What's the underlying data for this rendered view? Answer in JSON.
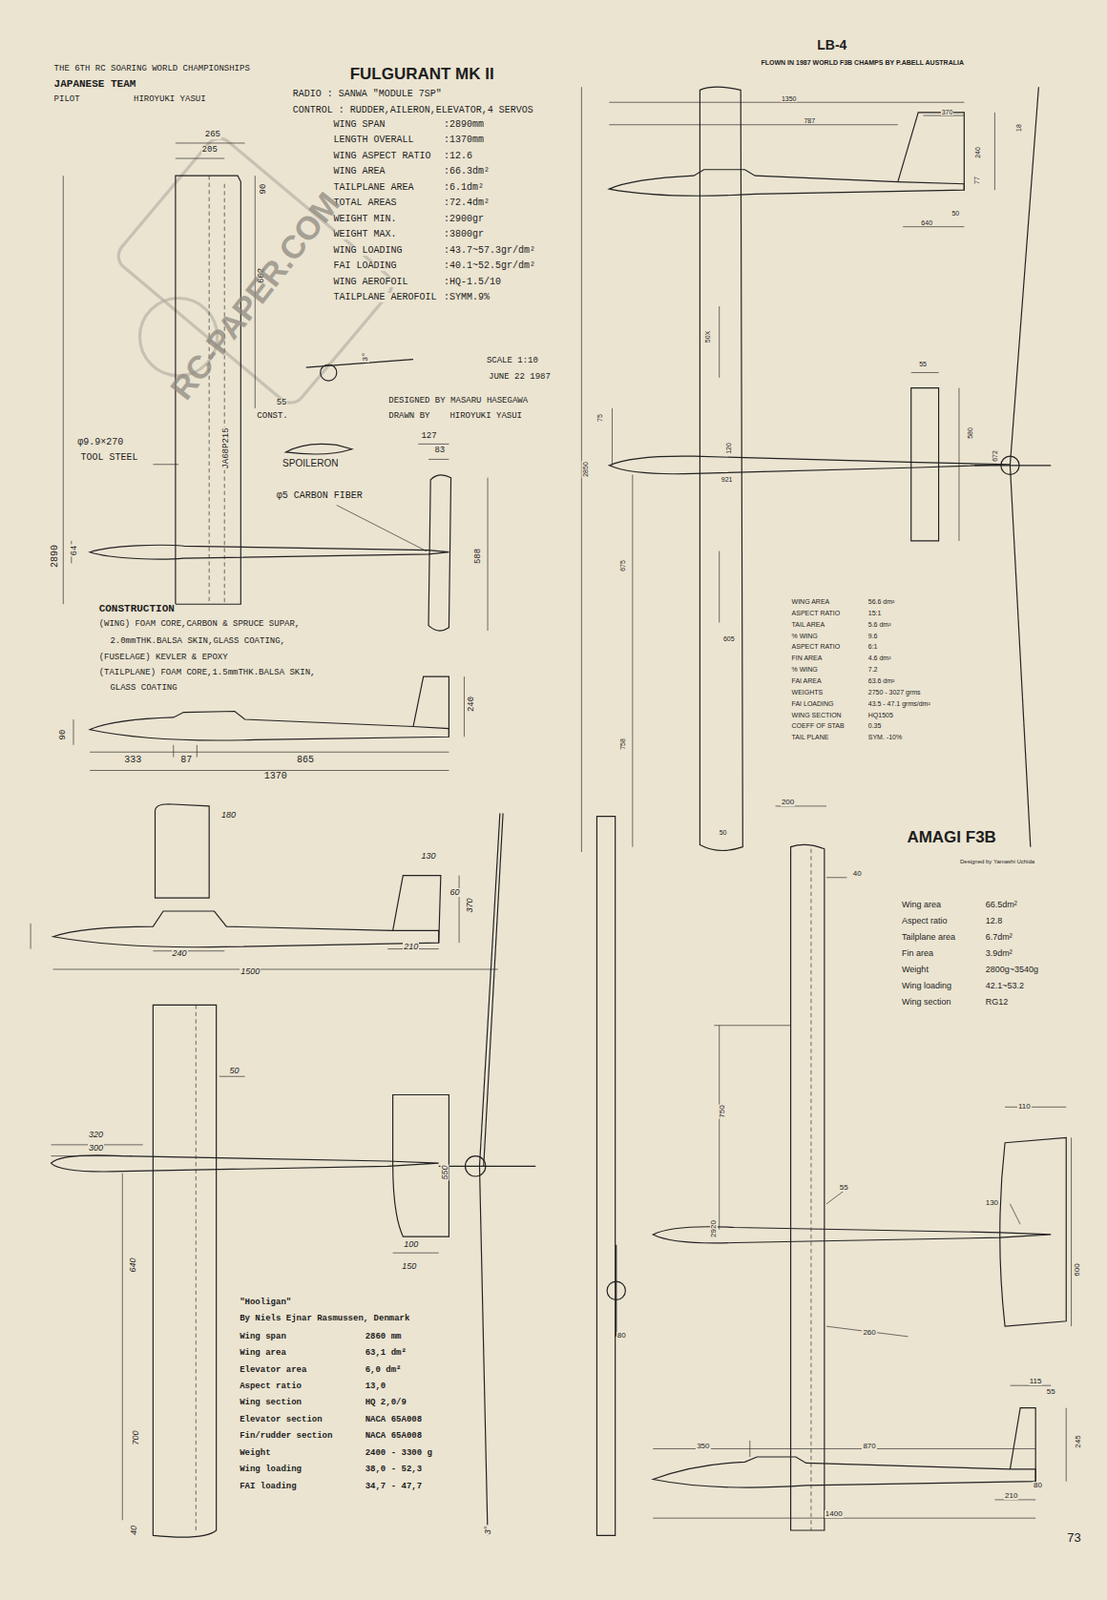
{
  "diagram": {
    "labels": [
      "THE 6TH RC SOARING WORLD CHAMPIONSHIPS",
      "JAPANESE TEAM",
      "PILOT",
      "HIROYUKI YASUI",
      "FULGURANT MK II",
      "RADIO : SANWA \"MODULE 7SP\"",
      "CONTROL : RUDDER,AILERON,ELEVATOR,4 SERVOS",
      "WING SPAN",
      ":2890mm",
      "LENGTH OVERALL",
      ":1370mm",
      "WING ASPECT RATIO",
      ":12.6",
      "WING AREA",
      ":66.3dm²",
      "TAILPLANE AREA",
      ":6.1dm²",
      "TOTAL AREAS",
      ":72.4dm²",
      "WEIGHT MIN.",
      ":2900gr",
      "WEIGHT MAX.",
      ":3800gr",
      "WING LOADING",
      ":43.7~57.3gr/dm²",
      "FAI LOADING",
      ":40.1~52.5gr/dm²",
      "WING AEROFOIL",
      ":HQ-1.5/10",
      "TAILPLANE AEROFOIL",
      ":SYMM.9%",
      "SCALE 1:10",
      "JUNE 22 1987",
      "DESIGNED BY MASARU HASEGAWA",
      "DRAWN BY",
      "HIROYUKI YASUI",
      "265",
      "205",
      "90",
      "662",
      "55",
      "CONST.",
      "3°",
      "φ9.9×270",
      "TOOL STEEL",
      "JA68P215",
      "SPOILERON",
      "127",
      "83",
      "φ5 CARBON FIBER",
      "2890",
      "64",
      "588",
      "CONSTRUCTION",
      "(WING) FOAM CORE,CARBON & SPRUCE SUPAR,",
      "2.0mmTHK.BALSA SKIN,GLASS COATING,",
      "(FUSELAGE) KEVLER & EPOXY",
      "(TAILPLANE) FOAM CORE,1.5mmTHK.BALSA SKIN,",
      "GLASS COATING",
      "90",
      "240",
      "333",
      "87",
      "865",
      "1370",
      "180",
      "130",
      "60",
      "370",
      "240",
      "210",
      "1500",
      "50",
      "320",
      "300",
      "550",
      "100",
      "150",
      "640",
      "700",
      "40",
      "3°",
      "\"Hooligan\"",
      "By Niels Ejnar Rasmussen, Denmark",
      "Wing span",
      "2860 mm",
      "Wing area",
      "63,1 dm²",
      "Elevator area",
      "6,0 dm²",
      "Aspect ratio",
      "13,0",
      "Wing section",
      "HQ 2,0/9",
      "Elevator section",
      "NACA 65A008",
      "Fin/rudder section",
      "NACA 65A008",
      "Weight",
      "2400 - 3300 g",
      "Wing loading",
      "38,0 - 52,3",
      "FAI loading",
      "34,7 - 47,7",
      "LB-4",
      "FLOWN IN 1987 WORLD F3B CHAMPS BY P.ABELL AUSTRALIA",
      "1350",
      "787",
      "370",
      "240",
      "18",
      "77",
      "50",
      "640",
      "50X",
      "55",
      "580",
      "672",
      "75",
      "2850",
      "921",
      "120",
      "675",
      "605",
      "758",
      "50",
      "WING AREA",
      "56.6 dm²",
      "ASPECT RATIO",
      "15:1",
      "TAIL AREA",
      "5.6 dm²",
      "% WING",
      "9.6",
      "ASPECT RATIO",
      "6:1",
      "FIN AREA",
      "4.6 dm²",
      "% WING",
      "7.2",
      "FAI AREA",
      "63.6 dm²",
      "WEIGHTS",
      "2750 - 3027 grms",
      "FAI LOADING",
      "43.5 - 47.1 grms/dm²",
      "WING SECTION",
      "HQ1505",
      "COEFF OF STAB",
      "0.35",
      "TAIL PLANE",
      "SYM. -10%",
      "AMAGI F3B",
      "Designed by Yamashi Uchida",
      "Wing area",
      "66.5dm²",
      "Aspect ratio",
      "12.8",
      "Tailplane area",
      "6.7dm²",
      "Fin area",
      "3.9dm²",
      "Weight",
      "2800g~3540g",
      "Wing loading",
      "42.1~53.2",
      "Wing section",
      "RG12",
      "200",
      "40",
      "750",
      "2920",
      "110",
      "55",
      "130",
      "600",
      "260",
      "80",
      "115",
      "55",
      "245",
      "350",
      "870",
      "80",
      "210",
      "1400",
      "73",
      "RC-PAPER.COM"
    ]
  }
}
